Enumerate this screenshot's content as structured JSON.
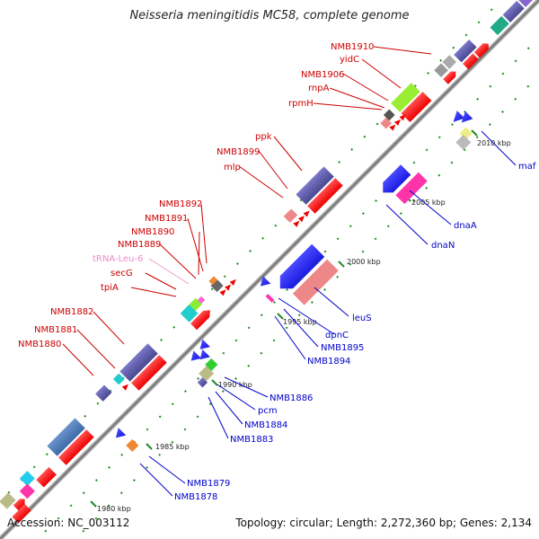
{
  "title": "Neisseria meningitidis MC58, complete genome",
  "footer": {
    "accession": "Accession: NC_003112",
    "summary": "Topology: circular; Length: 2,272,360 bp; Genes: 2,134"
  },
  "ticks": [
    "2010 kbp",
    "2005 kbp",
    "2000 kbp",
    "1995 kbp",
    "1990 kbp",
    "1985 kbp",
    "1980 kbp"
  ],
  "forward_genes": [
    "NMB1910",
    "yidC",
    "NMB1906",
    "rnpA",
    "rpmH",
    "ppk",
    "NMB1899",
    "mlp",
    "NMB1892",
    "NMB1891",
    "NMB1890",
    "NMB1889",
    "tRNA-Leu-6",
    "secG",
    "tpiA",
    "NMB1882",
    "NMB1881",
    "NMB1880"
  ],
  "reverse_genes": [
    "maf",
    "dnaA",
    "dnaN",
    "leuS",
    "dpnC",
    "NMB1895",
    "NMB1894",
    "NMB1886",
    "pcm",
    "NMB1884",
    "NMB1883",
    "NMB1879",
    "NMB1878"
  ],
  "colors": {
    "forward_label": "#cc0000",
    "reverse_label": "#0000cc",
    "trna_label": "#ee88cc",
    "backbone": "#999999",
    "tick_mark": "#228822"
  }
}
